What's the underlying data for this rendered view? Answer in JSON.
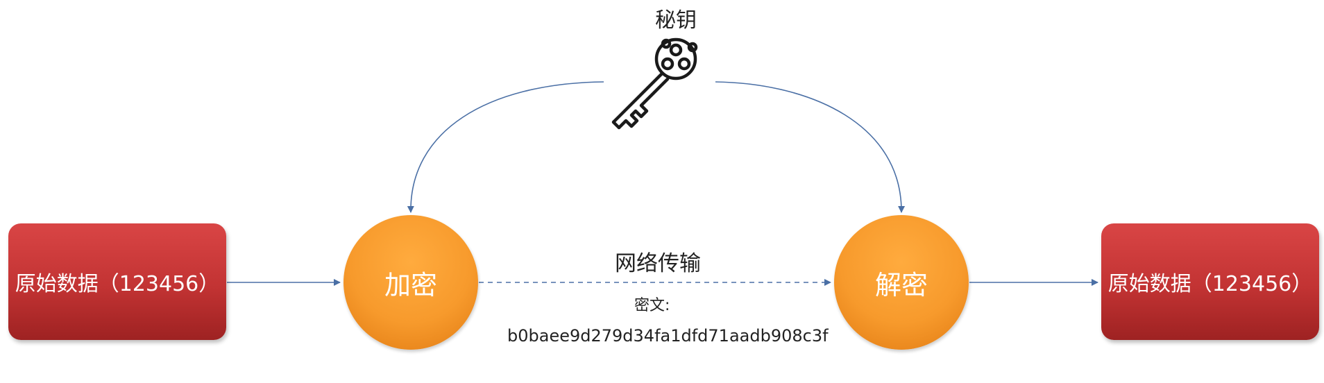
{
  "diagram": {
    "key_label": "秘钥",
    "network_label": "网络传输",
    "ciphertext_label": "密文:",
    "ciphertext_value": "b0baee9d279d34fa1dfd71aadb908c3f",
    "source_box": "原始数据（123456）",
    "encrypt_node": "加密",
    "decrypt_node": "解密",
    "target_box": "原始数据（123456）"
  },
  "colors": {
    "box": "#c23333",
    "circle": "#f79a2c",
    "arrow": "#4a6fa5"
  },
  "icons": {
    "key": "key-icon"
  }
}
